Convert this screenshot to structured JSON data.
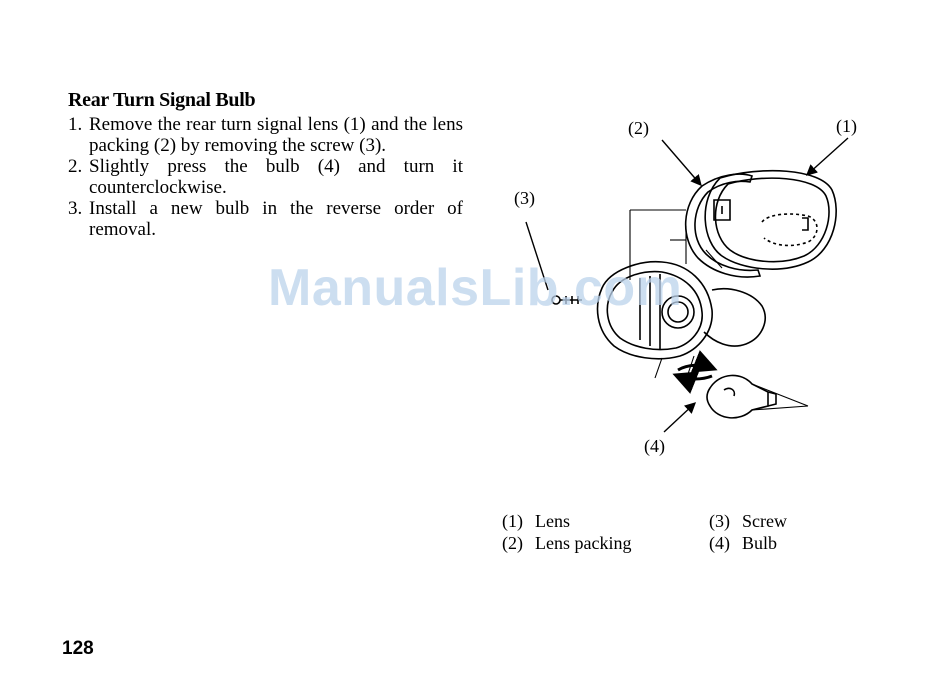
{
  "section": {
    "heading": "Rear Turn Signal Bulb",
    "steps": [
      {
        "num": "1.",
        "text": "Remove the rear turn signal lens (1) and the lens packing (2) by removing the screw (3)."
      },
      {
        "num": "2.",
        "text": "Slightly press the bulb (4) and turn it counterclockwise."
      },
      {
        "num": "3.",
        "text": "Install a new bulb in the reverse order of removal."
      }
    ]
  },
  "figure": {
    "callouts": [
      "(1)",
      "(2)",
      "(3)",
      "(4)"
    ]
  },
  "legend": [
    {
      "key": "(1)",
      "label": "Lens"
    },
    {
      "key": "(2)",
      "label": "Lens packing"
    },
    {
      "key": "(3)",
      "label": "Screw"
    },
    {
      "key": "(4)",
      "label": "Bulb"
    }
  ],
  "page_number": "128",
  "watermark": "ManualsLib.com"
}
